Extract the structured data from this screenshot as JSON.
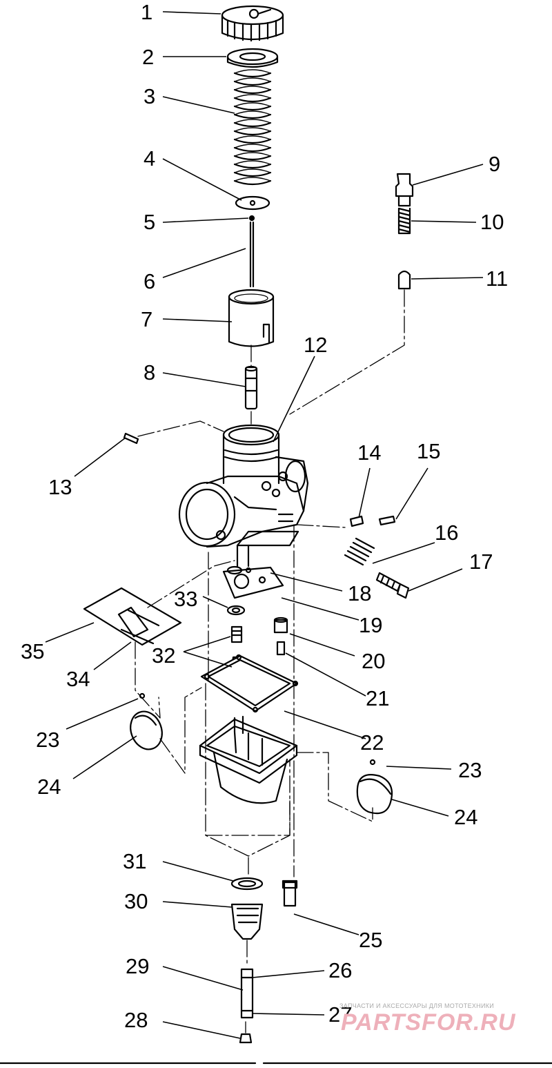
{
  "callouts": {
    "c1": "1",
    "c2": "2",
    "c3": "3",
    "c4": "4",
    "c5": "5",
    "c6": "6",
    "c7": "7",
    "c8": "8",
    "c9": "9",
    "c10": "10",
    "c11": "11",
    "c12": "12",
    "c13": "13",
    "c14": "14",
    "c15": "15",
    "c16": "16",
    "c17": "17",
    "c18": "18",
    "c19": "19",
    "c20": "20",
    "c21": "21",
    "c22": "22",
    "c23a": "23",
    "c23b": "23",
    "c24a": "24",
    "c24b": "24",
    "c25": "25",
    "c26": "26",
    "c27": "27",
    "c28": "28",
    "c29": "29",
    "c30": "30",
    "c31": "31",
    "c32": "32",
    "c33": "33",
    "c34": "34",
    "c35": "35"
  },
  "watermark": {
    "tagline": "ЗАПЧАСТИ И АКСЕССУАРЫ ДЛЯ МОТОТЕХНИКИ",
    "brand": "PARTSFOR.RU"
  }
}
